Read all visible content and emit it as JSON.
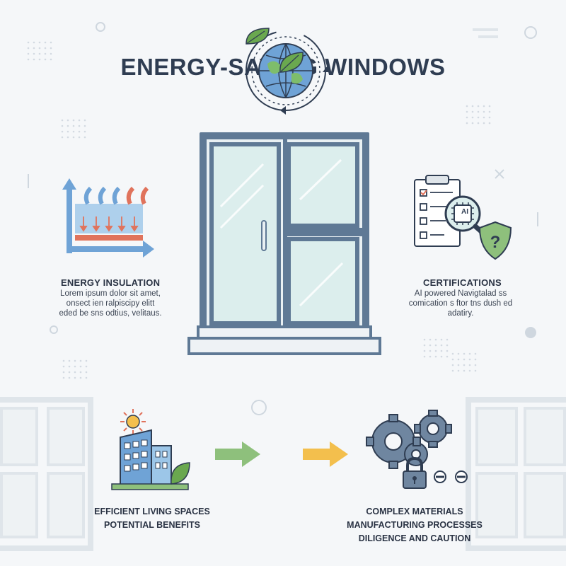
{
  "title": "ENERGY-SAVING WINDOWS",
  "insulation": {
    "heading": "ENERGY INSULATION",
    "lines": [
      "Lorem ipsum dolor sit amet,",
      "onsect ien ralpiscipy elitt",
      "eded be sns odtius, velitaus."
    ]
  },
  "certifications": {
    "heading": "CERTIFICATIONS",
    "chip_label": "AI",
    "lines": [
      "AI powered Navigtalad ss",
      "comication s ftor tns dush ed",
      "adatiry."
    ]
  },
  "flow": {
    "left_lines": [
      "EFFICIENT LIVING SPACES",
      "POTENTIAL BENEFITS"
    ],
    "right_lines": [
      "COMPLEX MATERIALS",
      "MANUFACTURING PROCESSES",
      "DILIGENCE AND CAUTION"
    ]
  },
  "colors": {
    "frame": "#5f7995",
    "glass": "#dceeed",
    "green_arrow": "#8ec07c",
    "yellow_arrow": "#f3bf4d",
    "leaf": "#6aa84f",
    "insulation_red": "#e0735c",
    "insulation_blue": "#6fa3d6"
  },
  "icons": [
    "globe-icon",
    "leaf-icon",
    "insulation-icon",
    "clipboard-icon",
    "magnifier-icon",
    "shield-icon",
    "building-icon",
    "sun-icon",
    "gear-icon",
    "padlock-icon"
  ]
}
